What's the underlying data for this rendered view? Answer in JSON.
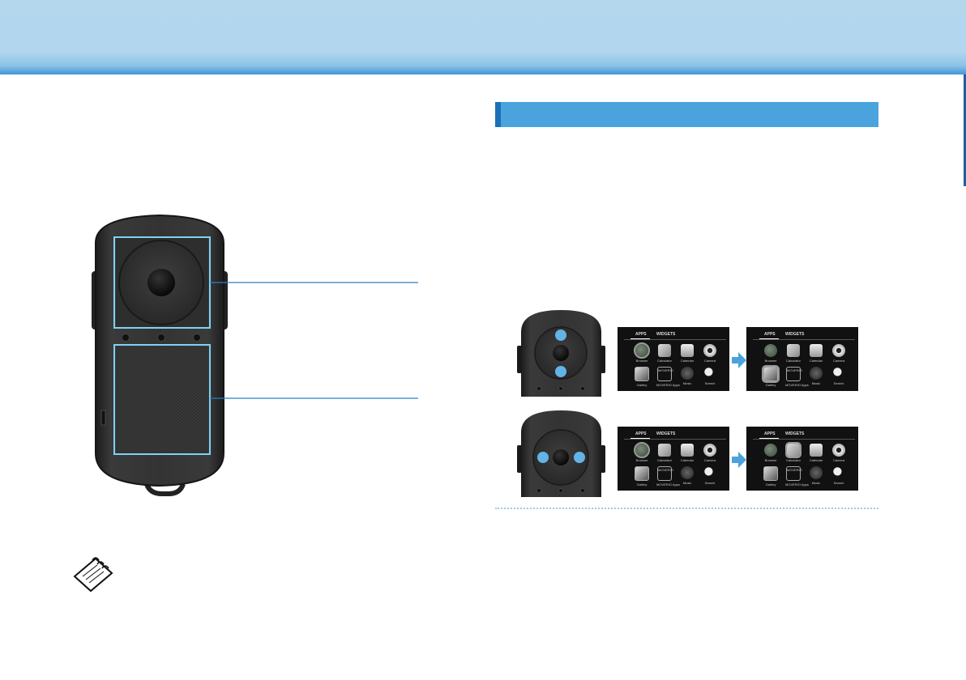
{
  "page": {
    "header_text": "",
    "section_title": ""
  },
  "screens": {
    "tabs": [
      "APPS",
      "WIDGETS"
    ],
    "apps": [
      "Browser",
      "Calculator",
      "Calendar",
      "Camera",
      "Gallery",
      "MOVERIO Apps",
      "Music",
      "Search"
    ],
    "icon_names": [
      "globe-icon",
      "calculator-icon",
      "calendar-icon",
      "camera-icon",
      "gallery-icon",
      "cart-icon",
      "music-icon",
      "search-icon"
    ],
    "store_logo_text": "MOVERIO"
  },
  "colors": {
    "accent": "#4aa3dc",
    "accent_dark": "#1c70b8",
    "highlight_line": "#2a7fc7",
    "controller_body": "#2b2b2b"
  }
}
